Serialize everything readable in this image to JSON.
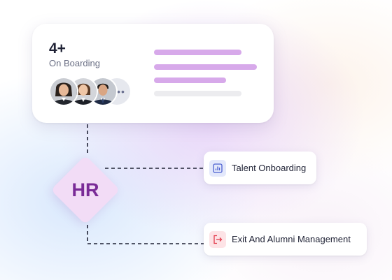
{
  "stat": {
    "value": "4+",
    "label": "On Boarding"
  },
  "avatars": {
    "more_label": "••"
  },
  "diamond": {
    "label": "HR"
  },
  "nodes": [
    {
      "label": "Talent Onboarding",
      "icon": "chart-icon",
      "icon_color": "#4a5fd0"
    },
    {
      "label": "Exit And Alumni Management",
      "icon": "exit-icon",
      "icon_color": "#e23a4b"
    }
  ],
  "colors": {
    "accent_purple": "#7a2b97",
    "bar_purple": "#d7a9ea",
    "connector": "#1f2235"
  }
}
